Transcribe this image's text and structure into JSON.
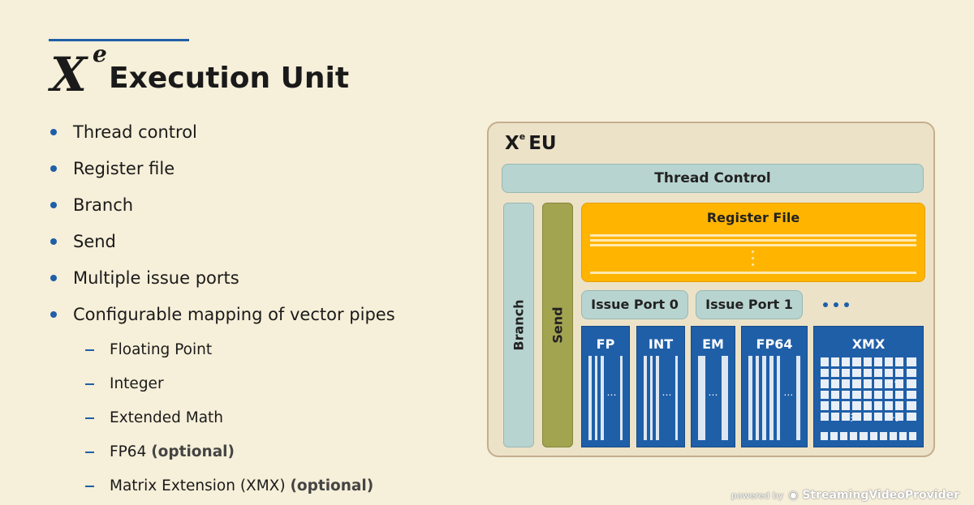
{
  "slide": {
    "title_x": "X",
    "title_e": "e",
    "title_text": "Execution Unit",
    "bullets": [
      "Thread control",
      "Register file",
      "Branch",
      "Send",
      "Multiple issue ports",
      "Configurable mapping of vector pipes"
    ],
    "sub_bullets": [
      {
        "text": "Floating Point",
        "opt": ""
      },
      {
        "text": "Integer",
        "opt": ""
      },
      {
        "text": "Extended Math",
        "opt": ""
      },
      {
        "text": "FP64 ",
        "opt": "(optional)"
      },
      {
        "text": "Matrix Extension (XMX) ",
        "opt": "(optional)"
      }
    ]
  },
  "diagram": {
    "title_x": "X",
    "title_e": "e",
    "title_rest": "EU",
    "thread_control": "Thread Control",
    "branch": "Branch",
    "send": "Send",
    "register_file": "Register File",
    "ports": [
      "Issue Port 0",
      "Issue Port 1"
    ],
    "pipes": [
      "FP",
      "INT",
      "EM",
      "FP64",
      "XMX"
    ],
    "colors": {
      "register_file": "#ffb400",
      "pipe": "#1f5fa8",
      "send": "#a3a450",
      "teal": "#b8d4d0"
    }
  },
  "watermark": {
    "sub": "powered by",
    "brand": "StreamingVideoProvider"
  }
}
